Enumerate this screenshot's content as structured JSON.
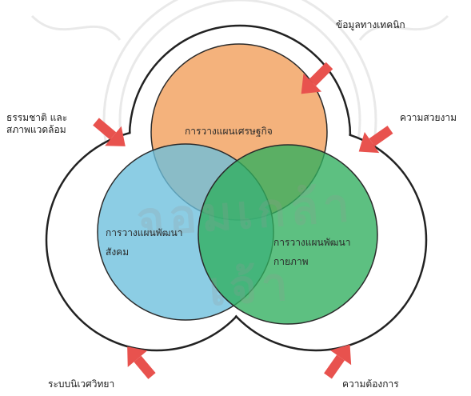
{
  "outer_labels": {
    "top_right": "ข้อมูลทางเทคนิก",
    "left": [
      "ธรรมชาติ และ",
      "สภาพแวดล้อม"
    ],
    "right": "ความสวยงาม",
    "bottom_left": "ระบบนิเวศวิทยา",
    "bottom_right": "ความต้องการ"
  },
  "circle_labels": {
    "top": "การวางแผนเศรษฐกิจ",
    "left": [
      "การวางแผนพัฒนา",
      "สังคม"
    ],
    "right": [
      "การวางแผนพัฒนา",
      "กายภาพ"
    ]
  },
  "watermark_text": "จอมเกล้าเจ้า",
  "colors": {
    "economic": "#f2a15f",
    "social": "#6cbfdc",
    "physical": "#2fae5e",
    "arrow": "#e8524e",
    "outline": "#222222"
  }
}
